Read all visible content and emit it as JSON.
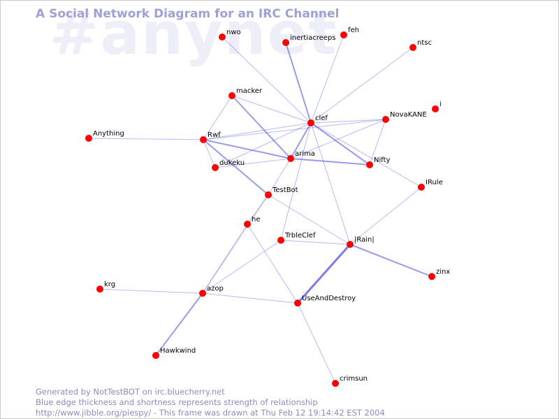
{
  "watermark": "#anynet",
  "title": "A Social Network Diagram for an IRC Channel",
  "footer": {
    "line1": "Generated by NotTestBOT on irc.bluecherry.net",
    "line2": "Blue edge thickness and shortness represents strength of relationship",
    "line3": "http://www.jibble.org/piespy/ - This frame was drawn at Thu Feb 12 19:14:42 EST 2004"
  },
  "colors": {
    "node": "#ff0000",
    "edge": "#6464e6",
    "title": "#a0a0d8",
    "watermark": "#eeeef9",
    "footer": "#8c8cb8"
  },
  "nodes": [
    {
      "id": "nwo",
      "label": "nwo"
    },
    {
      "id": "inertiacreeps",
      "label": "inertiacreeps"
    },
    {
      "id": "feh",
      "label": "feh"
    },
    {
      "id": "ntsc",
      "label": "ntsc"
    },
    {
      "id": "macker",
      "label": "macker"
    },
    {
      "id": "i",
      "label": "i"
    },
    {
      "id": "NovaKANE",
      "label": "NovaKANE"
    },
    {
      "id": "clef",
      "label": "clef"
    },
    {
      "id": "Anything",
      "label": "Anything"
    },
    {
      "id": "Rwf",
      "label": "Rwf"
    },
    {
      "id": "arima",
      "label": "arima"
    },
    {
      "id": "dukeku",
      "label": "dukeku"
    },
    {
      "id": "Nifty",
      "label": "Nifty"
    },
    {
      "id": "IRule",
      "label": "IRule"
    },
    {
      "id": "TestBot",
      "label": "TestBot"
    },
    {
      "id": "he",
      "label": "he"
    },
    {
      "id": "TrbleClef",
      "label": "TrbleClef"
    },
    {
      "id": "Rainl",
      "label": "|Rain|"
    },
    {
      "id": "zinx",
      "label": "zinx"
    },
    {
      "id": "krg",
      "label": "krg"
    },
    {
      "id": "azop",
      "label": "azop"
    },
    {
      "id": "UseAndDestroy",
      "label": "UseAndDestroy"
    },
    {
      "id": "Hawkwind",
      "label": "Hawkwind"
    },
    {
      "id": "crimsun",
      "label": "crimsun"
    }
  ],
  "edges": [
    {
      "from": "nwo",
      "to": "clef",
      "strength": 1
    },
    {
      "from": "inertiacreeps",
      "to": "clef",
      "strength": 2
    },
    {
      "from": "feh",
      "to": "clef",
      "strength": 1
    },
    {
      "from": "ntsc",
      "to": "clef",
      "strength": 1
    },
    {
      "from": "macker",
      "to": "clef",
      "strength": 1
    },
    {
      "from": "macker",
      "to": "Rwf",
      "strength": 1
    },
    {
      "from": "macker",
      "to": "arima",
      "strength": 2
    },
    {
      "from": "NovaKANE",
      "to": "clef",
      "strength": 1
    },
    {
      "from": "NovaKANE",
      "to": "Rwf",
      "strength": 1
    },
    {
      "from": "NovaKANE",
      "to": "arima",
      "strength": 1
    },
    {
      "from": "clef",
      "to": "Rwf",
      "strength": 1
    },
    {
      "from": "clef",
      "to": "arima",
      "strength": 2
    },
    {
      "from": "clef",
      "to": "Nifty",
      "strength": 2
    },
    {
      "from": "clef",
      "to": "dukeku",
      "strength": 1
    },
    {
      "from": "clef",
      "to": "IRule",
      "strength": 1
    },
    {
      "from": "clef",
      "to": "TrbleClef",
      "strength": 1
    },
    {
      "from": "clef",
      "to": "Rainl",
      "strength": 1
    },
    {
      "from": "Anything",
      "to": "Rwf",
      "strength": 1
    },
    {
      "from": "Rwf",
      "to": "arima",
      "strength": 2
    },
    {
      "from": "Rwf",
      "to": "TestBot",
      "strength": 2
    },
    {
      "from": "Rwf",
      "to": "dukeku",
      "strength": 1
    },
    {
      "from": "arima",
      "to": "Nifty",
      "strength": 2
    },
    {
      "from": "arima",
      "to": "dukeku",
      "strength": 1
    },
    {
      "from": "arima",
      "to": "TestBot",
      "strength": 1
    },
    {
      "from": "Nifty",
      "to": "NovaKANE",
      "strength": 1
    },
    {
      "from": "IRule",
      "to": "Rainl",
      "strength": 1
    },
    {
      "from": "TestBot",
      "to": "Rainl",
      "strength": 1
    },
    {
      "from": "TestBot",
      "to": "he",
      "strength": 1
    },
    {
      "from": "TestBot",
      "to": "azop",
      "strength": 1
    },
    {
      "from": "he",
      "to": "azop",
      "strength": 1
    },
    {
      "from": "he",
      "to": "UseAndDestroy",
      "strength": 1
    },
    {
      "from": "TrbleClef",
      "to": "Rainl",
      "strength": 1
    },
    {
      "from": "TrbleClef",
      "to": "azop",
      "strength": 1
    },
    {
      "from": "Rainl",
      "to": "zinx",
      "strength": 2
    },
    {
      "from": "Rainl",
      "to": "UseAndDestroy",
      "strength": 3
    },
    {
      "from": "krg",
      "to": "azop",
      "strength": 1
    },
    {
      "from": "azop",
      "to": "UseAndDestroy",
      "strength": 1
    },
    {
      "from": "azop",
      "to": "Hawkwind",
      "strength": 2
    },
    {
      "from": "UseAndDestroy",
      "to": "crimsun",
      "strength": 1
    }
  ]
}
